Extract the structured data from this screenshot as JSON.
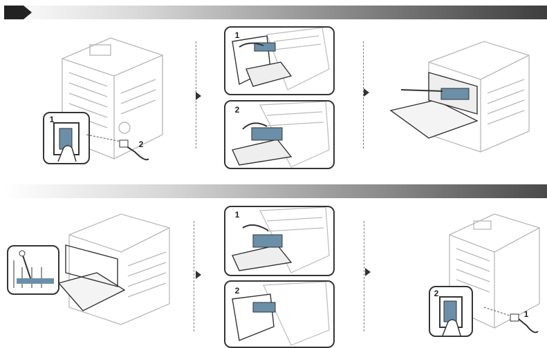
{
  "steps_top": {
    "callouts": [
      "1",
      "2"
    ],
    "panel_a_label": "1",
    "panel_b_label": "2"
  },
  "steps_bottom": {
    "panel_a_label": "1",
    "panel_b_label": "2",
    "callouts": [
      "2",
      "1"
    ]
  },
  "colors": {
    "accent": "#6b8fa8",
    "line": "#333333",
    "printer": "#bfbfbf"
  }
}
